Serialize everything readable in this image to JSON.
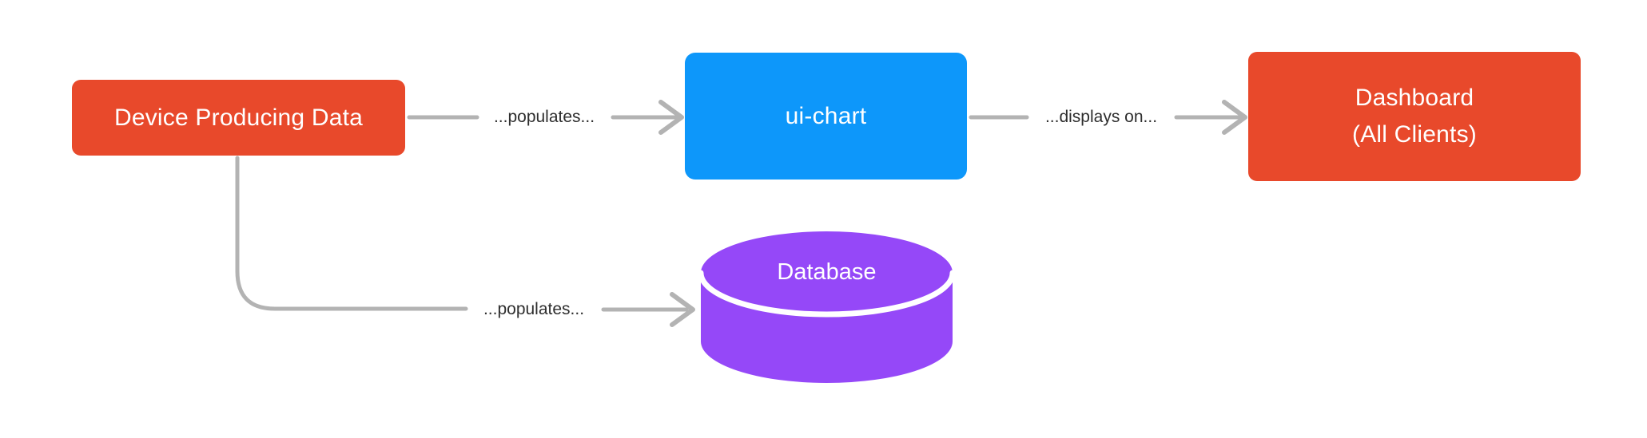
{
  "diagram": {
    "nodes": {
      "device": {
        "label": "Device Producing Data"
      },
      "ui_chart": {
        "label": "ui-chart"
      },
      "dashboard": {
        "label_line1": "Dashboard",
        "label_line2": "(All Clients)"
      },
      "database": {
        "label": "Database",
        "shape": "cylinder"
      }
    },
    "edges": {
      "device_to_uichart": {
        "label": "...populates..."
      },
      "uichart_to_dashboard": {
        "label": "...displays on..."
      },
      "device_to_database": {
        "label": "...populates..."
      }
    },
    "colors": {
      "node_orange": "#E8492B",
      "node_blue": "#0D97FA",
      "node_purple": "#9548F8",
      "connector_gray": "#B3B3B3",
      "edge_label_text": "#2E2E2E",
      "node_text": "#FFFFFF",
      "background": "#FFFFFF"
    }
  }
}
